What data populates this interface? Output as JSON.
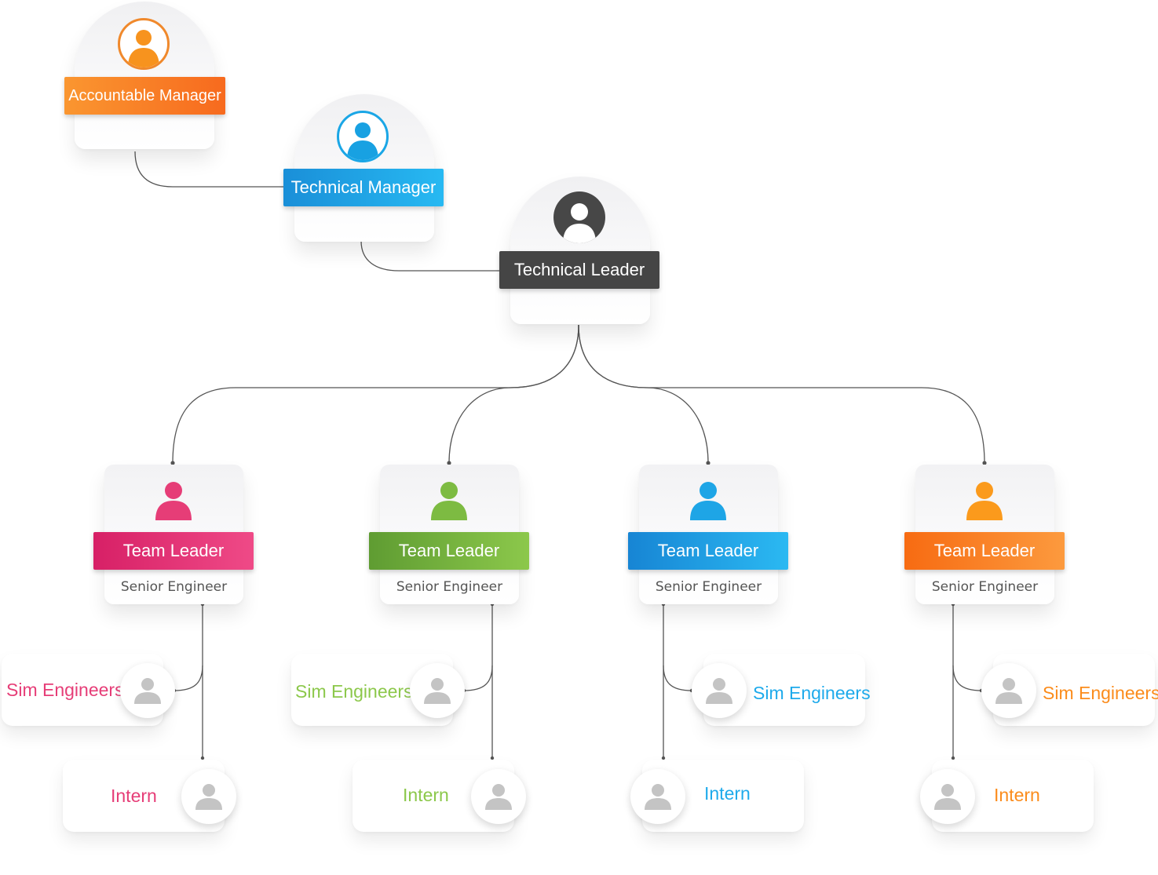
{
  "nodes": {
    "accountable_manager": {
      "label": "Accountable Manager",
      "color": "#f7712a"
    },
    "technical_manager": {
      "label": "Technical Manager",
      "color": "#1aa0e0"
    },
    "technical_leader": {
      "label": "Technical Leader",
      "color": "#454545"
    }
  },
  "teams": [
    {
      "leader_label": "Team Leader",
      "subtitle": "Senior Engineer",
      "sim_label": "Sim Engineers",
      "intern_label": "Intern",
      "color": "#e63d77"
    },
    {
      "leader_label": "Team Leader",
      "subtitle": "Senior Engineer",
      "sim_label": "Sim Engineers",
      "intern_label": "Intern",
      "color": "#7dbb42"
    },
    {
      "leader_label": "Team Leader",
      "subtitle": "Senior Engineer",
      "sim_label": "Sim Engineers",
      "intern_label": "Intern",
      "color": "#1eaaeb"
    },
    {
      "leader_label": "Team Leader",
      "subtitle": "Senior Engineer",
      "sim_label": "Sim Engineers",
      "intern_label": "Intern",
      "color": "#fb8c1c"
    }
  ],
  "icons": {
    "person": "person-icon",
    "placeholder_person": "gray-person-icon"
  }
}
